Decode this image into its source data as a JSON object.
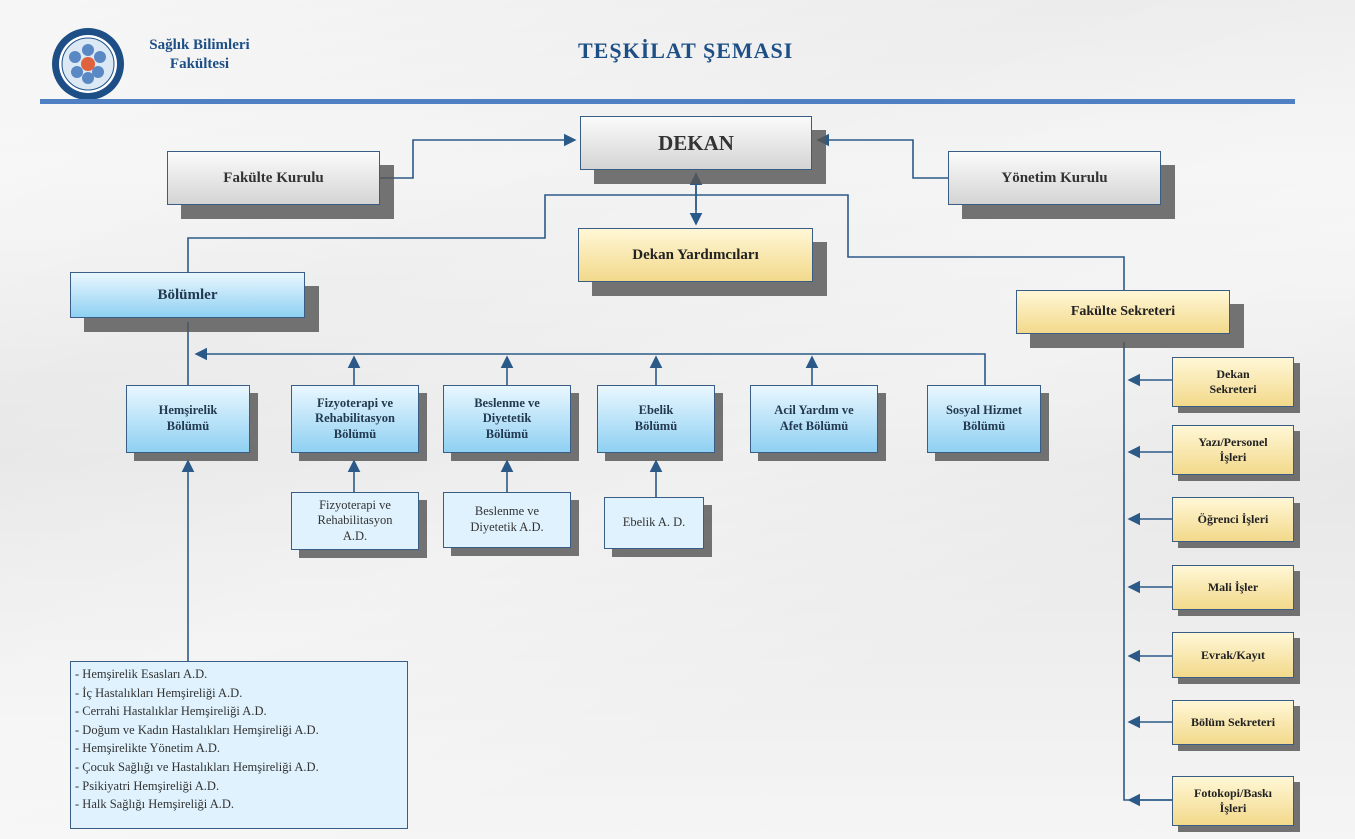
{
  "header": {
    "brand_line1": "Sağlık Bilimleri",
    "brand_line2": "Fakültesi",
    "title": "TEŞKİLAT ŞEMASI"
  },
  "colors": {
    "accent": "#4f80c4",
    "title": "#1d4f86",
    "box_blue": "#8fd0f2",
    "box_yellow": "#f2d98b",
    "box_gray": "#d4d4d4"
  },
  "org": {
    "dekan": "DEKAN",
    "fakulte_kurulu": "Fakülte Kurulu",
    "yonetim_kurulu": "Yönetim Kurulu",
    "dekan_yardimcilari": "Dekan Yardımcıları",
    "bolumler": "Bölümler",
    "fakulte_sekreteri": "Fakülte Sekreteri",
    "departments": [
      {
        "lines": [
          "Hemşirelik",
          "Bölümü"
        ]
      },
      {
        "lines": [
          "Fizyoterapi ve",
          "Rehabilitasyon",
          "Bölümü"
        ]
      },
      {
        "lines": [
          "Beslenme ve",
          "Diyetetik",
          "Bölümü"
        ]
      },
      {
        "lines": [
          "Ebelik",
          "Bölümü"
        ]
      },
      {
        "lines": [
          "Acil Yardım ve",
          "Afet Bölümü"
        ]
      },
      {
        "lines": [
          "Sosyal Hizmet",
          "Bölümü"
        ]
      }
    ],
    "sub_units": [
      {
        "lines": [
          "Fizyoterapi ve",
          "Rehabilitasyon",
          "A.D."
        ]
      },
      {
        "lines": [
          "Beslenme ve",
          "Diyetetik A.D."
        ]
      },
      {
        "lines": [
          "Ebelik A. D."
        ]
      }
    ],
    "hemsirelik_ad": [
      "- Hemşirelik Esasları A.D.",
      "- İç Hastalıkları Hemşireliği A.D.",
      "- Cerrahi Hastalıklar Hemşireliği A.D.",
      "- Doğum ve Kadın Hastalıkları Hemşireliği A.D.",
      "- Hemşirelikte Yönetim A.D.",
      "- Çocuk Sağlığı ve Hastalıkları Hemşireliği A.D.",
      "- Psikiyatri Hemşireliği A.D.",
      "- Halk Sağlığı Hemşireliği A.D."
    ],
    "secretariat": [
      {
        "lines": [
          "Dekan",
          "Sekreteri"
        ]
      },
      {
        "lines": [
          "Yazı/Personel",
          "İşleri"
        ]
      },
      {
        "lines": [
          "Öğrenci İşleri"
        ]
      },
      {
        "lines": [
          "Mali İşler"
        ]
      },
      {
        "lines": [
          "Evrak/Kayıt"
        ]
      },
      {
        "lines": [
          "Bölüm Sekreteri"
        ]
      },
      {
        "lines": [
          "Fotokopi/Baskı",
          "İşleri"
        ]
      }
    ]
  }
}
